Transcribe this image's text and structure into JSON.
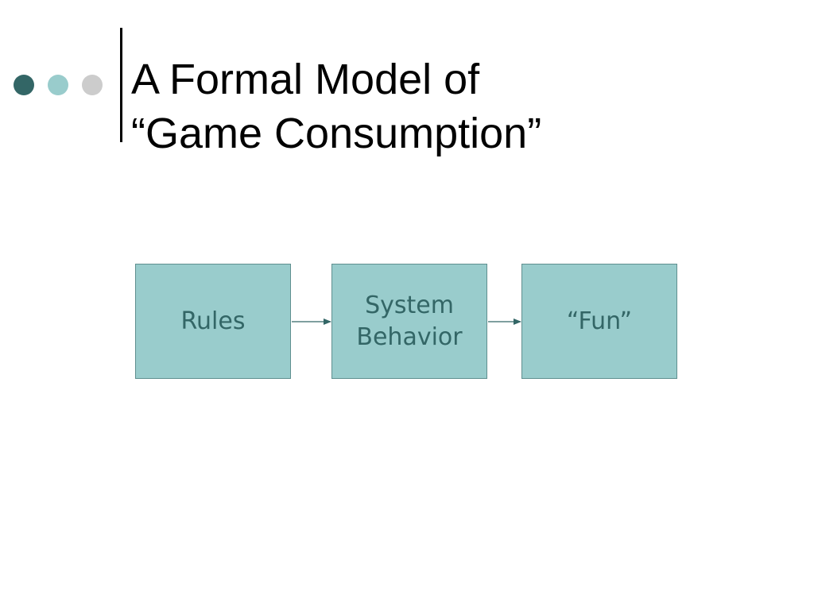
{
  "slide": {
    "title_line1": "A Formal Model of",
    "title_line2": "“Game Consumption”"
  },
  "decorations": {
    "dots": [
      {
        "name": "dot-dark",
        "color": "#336666"
      },
      {
        "name": "dot-light",
        "color": "#99cccc"
      },
      {
        "name": "dot-grey",
        "color": "#cccccc"
      }
    ]
  },
  "diagram": {
    "nodes": [
      {
        "id": "rules",
        "label": "Rules"
      },
      {
        "id": "system-behavior",
        "label": "System\nBehavior"
      },
      {
        "id": "fun",
        "label": "“Fun”"
      }
    ],
    "edges": [
      {
        "from": "rules",
        "to": "system-behavior"
      },
      {
        "from": "system-behavior",
        "to": "fun"
      }
    ],
    "box_fill": "#99cccc",
    "box_text_color": "#336666",
    "arrow_color": "#336666"
  }
}
